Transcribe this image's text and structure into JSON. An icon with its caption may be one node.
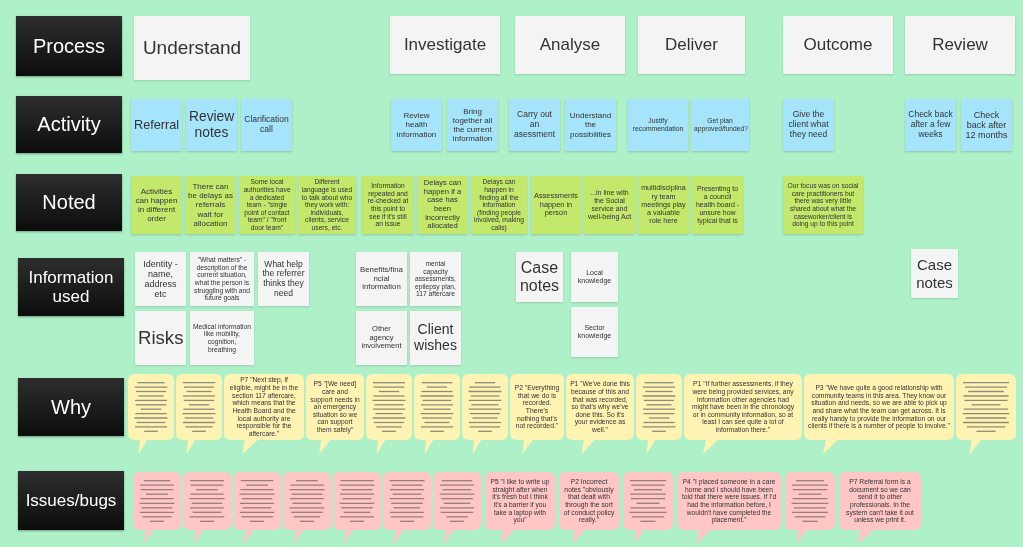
{
  "diagram": {
    "nodes": [
      {
        "text": [
          "Process"
        ]
      },
      {
        "text": [
          "Understand"
        ]
      },
      {
        "text": [
          "Investigate"
        ]
      },
      {
        "text": [
          "Analyse"
        ]
      },
      {
        "text": [
          "Deliver"
        ]
      },
      {
        "text": [
          "Outcome"
        ]
      },
      {
        "text": [
          "Review"
        ]
      },
      {
        "text": [
          "Activity"
        ]
      },
      {
        "text": [
          "Referral"
        ]
      },
      {
        "text": [
          "Review notes"
        ]
      },
      {
        "text": [
          "Clarification call"
        ]
      },
      {
        "text": [
          "Review health information"
        ]
      },
      {
        "text": [
          "Bring together all the current information"
        ]
      },
      {
        "text": [
          "Carry out an asessment"
        ]
      },
      {
        "text": [
          "Understand the possibilities"
        ]
      },
      {
        "text": [
          "Justify recommendation"
        ]
      },
      {
        "text": [
          "Get plan approved/funded?"
        ]
      },
      {
        "text": [
          "Give the client what they need"
        ]
      },
      {
        "text": [
          "Check back after a few weeks"
        ]
      },
      {
        "text": [
          "Check back after 12 months"
        ]
      },
      {
        "text": [
          "Noted"
        ]
      },
      {
        "text": [
          "Activities can happen in different order"
        ]
      },
      {
        "text": [
          "There can be delays as referrals wait for allocation"
        ]
      },
      {
        "text": [
          "Some local authorities have a dedicated team - \"single point of contact team\" / \"front door team\""
        ]
      },
      {
        "text": [
          "Different language is used to talk about who they work with: individuals, clients, service users, etc."
        ]
      },
      {
        "text": [
          "Information repeated and re-checked at this point to see if it's still an issue"
        ]
      },
      {
        "text": [
          "Delays can happen if a case has been incorrectly allocated"
        ]
      },
      {
        "text": [
          "Delays can happen in finding all the information (finding people involved, making calls)"
        ]
      },
      {
        "text": [
          "Assessments happen in person"
        ]
      },
      {
        "text": [
          "...in line with the Social service and well-being Act"
        ]
      },
      {
        "text": [
          "multidisciplinary team meetings play a valuable role here"
        ]
      },
      {
        "text": [
          "Presenting to a council health board - unsure how typical that is"
        ]
      },
      {
        "text": [
          "Our focus was on social care practitioners but there was very little shared about what the caseworker/client is doing up to this point"
        ]
      },
      {
        "text": [
          "Information used"
        ]
      },
      {
        "text": [
          "Identity - name, address etc"
        ]
      },
      {
        "text": [
          "\"What matters\" - description of the current situation, what the person is struggling with and future goals"
        ]
      },
      {
        "text": [
          "What help the referrer thinks they need"
        ]
      },
      {
        "text": [
          "Risks"
        ]
      },
      {
        "text": [
          "Medical information like mobility, cognition, breathing"
        ]
      },
      {
        "text": [
          "Benefits/financial information"
        ]
      },
      {
        "text": [
          "mental capacity assessments, epilepsy plan, 117 aftercare"
        ]
      },
      {
        "text": [
          "Other agency involvement"
        ]
      },
      {
        "text": [
          "Client wishes"
        ]
      },
      {
        "text": [
          "Case notes"
        ]
      },
      {
        "text": [
          "Local knowledge"
        ]
      },
      {
        "text": [
          "Sector knowledge"
        ]
      },
      {
        "text": [
          "Case notes"
        ]
      },
      {
        "text": [
          "Why"
        ]
      },
      {
        "text": [],
        "shape": "bubble"
      },
      {
        "text": [],
        "shape": "bubble"
      },
      {
        "text": [
          "P7 \"Next step, if eligible, might be in the section 117 aftercare, which means that the Health Board and the local authority are responsible for the aftercare.\""
        ]
      },
      {
        "text": [
          "P5 \"[We need] care and support needs in an emergency situation so we can support them safely\""
        ]
      },
      {
        "text": [],
        "shape": "bubble"
      },
      {
        "text": [],
        "shape": "bubble"
      },
      {
        "text": [],
        "shape": "bubble"
      },
      {
        "text": [
          "P2 \"Everything that we do is recorded. There's nothing that's not recorded.\""
        ]
      },
      {
        "text": [
          "P1 \"We've done this because of this and that was recorded, so that's why we've done this. So it's your evidence as well.\""
        ]
      },
      {
        "text": [],
        "shape": "bubble"
      },
      {
        "text": [
          "P1 \"If further assessments, if they were being provided services, any information other agencies had might have been in the chronology or in community information, so at least I can see quite a lot of information there.\""
        ]
      },
      {
        "text": [
          "P3 \"We have quite a good relationship with community teams in this area. They know our situation and needs, so we are able to pick up and share what the team can get across. It is really handy to provide the information on our clients if there is a number of people to involve.\""
        ]
      },
      {
        "text": [],
        "shape": "bubble"
      },
      {
        "text": [
          "Issues/bugs"
        ]
      },
      {
        "text": [],
        "shape": "bubble"
      },
      {
        "text": [],
        "shape": "bubble"
      },
      {
        "text": [],
        "shape": "bubble"
      },
      {
        "text": [],
        "shape": "bubble"
      },
      {
        "text": [],
        "shape": "bubble"
      },
      {
        "text": [],
        "shape": "bubble"
      },
      {
        "text": [],
        "shape": "bubble"
      },
      {
        "text": [
          "P5 \"I like to write up straight after when it's fresh but I think it's a barrier if you take a laptop with you\""
        ]
      },
      {
        "text": [
          "P2 Incorrect notes \"obviously that dealt with through the sort of conduct policy really.\""
        ]
      },
      {
        "text": [],
        "shape": "bubble"
      },
      {
        "text": [
          "P4 \"I placed someone in a care home and I should have been told that there were issues. If I'd had the information before, I wouldn't have completed the placement.\""
        ]
      },
      {
        "text": [],
        "shape": "bubble"
      },
      {
        "text": [
          "P7 Referral form is a document so we can send it to other professionals. In the system can't take it out unless we print it."
        ]
      }
    ]
  }
}
